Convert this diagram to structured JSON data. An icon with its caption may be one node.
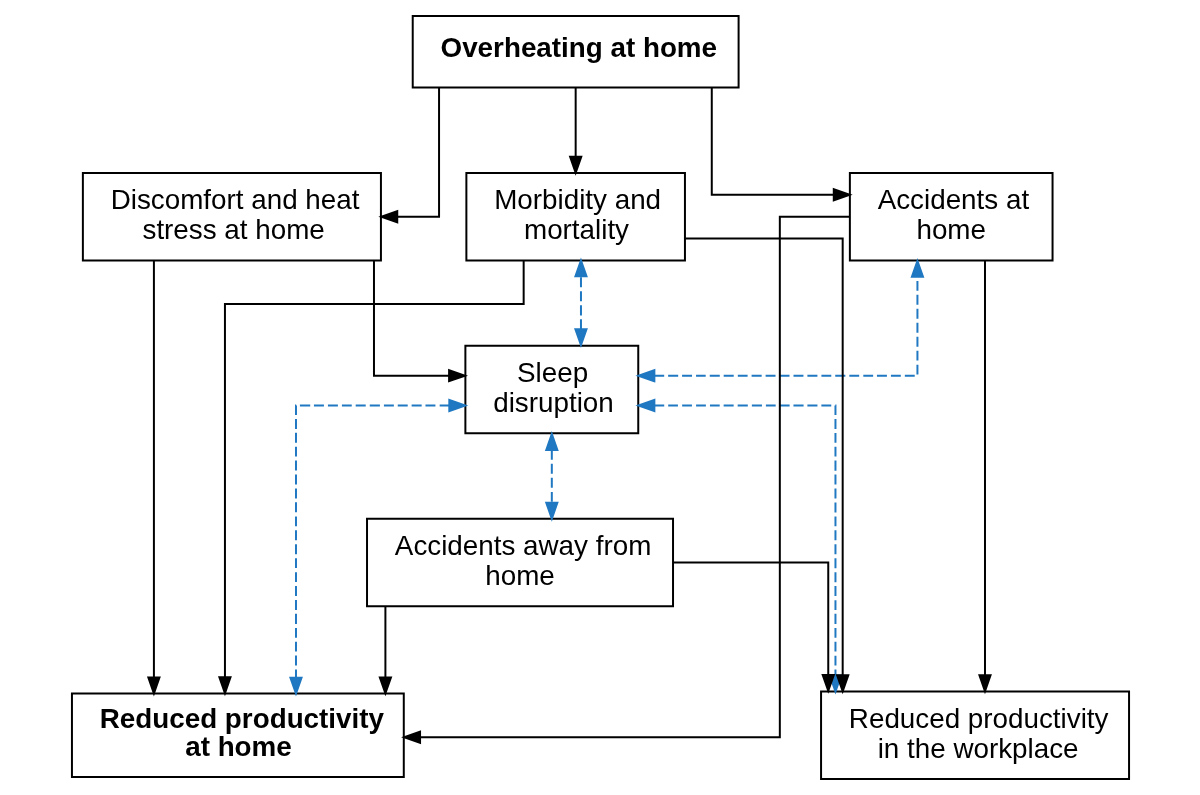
{
  "diagram": {
    "nodes": [
      {
        "text": [
          "Overheating at home"
        ]
      },
      {
        "text": [
          "Sleep disruption"
        ]
      },
      {
        "text": [
          "Discomfort and heat stress at home"
        ]
      },
      {
        "text": [
          "Accidents at home"
        ]
      },
      {
        "text": [
          "Morbidity and mortality"
        ]
      },
      {
        "text": [
          "Reduced productivity at home"
        ]
      },
      {
        "text": [
          "Accidents away from home"
        ]
      },
      {
        "text": [
          "Reduced productivity in the workplace"
        ]
      }
    ],
    "edges": [
      {
        "from": 0,
        "to": 2,
        "arrow": "to"
      },
      {
        "from": 0,
        "to": 3,
        "arrow": "to"
      },
      {
        "from": 0,
        "to": 4,
        "arrow": "to"
      },
      {
        "from": 2,
        "to": 1,
        "arrow": "to"
      },
      {
        "from": 1,
        "to": 6,
        "arrow": "both",
        "style": "dashed",
        "color": "#1f78c1"
      },
      {
        "from": 1,
        "to": 3,
        "arrow": "both",
        "style": "dashed",
        "color": "#1f78c1"
      },
      {
        "from": 1,
        "to": 4,
        "arrow": "both",
        "style": "dashed",
        "color": "#1f78c1"
      },
      {
        "from": 1,
        "to": 7,
        "arrow": "both",
        "style": "dashed",
        "color": "#1f78c1"
      },
      {
        "from": 1,
        "to": 5,
        "arrow": "both",
        "style": "dashed",
        "color": "#1f78c1"
      },
      {
        "from": 2,
        "to": 5,
        "arrow": "to"
      },
      {
        "from": 3,
        "to": 5,
        "arrow": "to"
      },
      {
        "from": 4,
        "to": 5,
        "arrow": "to"
      },
      {
        "from": 3,
        "to": 7,
        "arrow": "to"
      },
      {
        "from": 6,
        "to": 5,
        "arrow": "to"
      },
      {
        "from": 6,
        "to": 7,
        "arrow": "to"
      },
      {
        "from": 4,
        "to": 7,
        "arrow": "to"
      }
    ]
  }
}
